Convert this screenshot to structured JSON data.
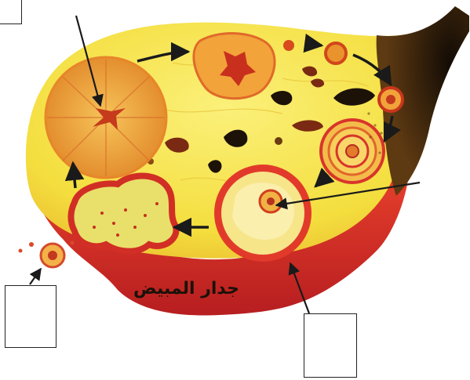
{
  "diagram": {
    "label_wall": "جدار المبيض",
    "answer_boxes": [
      {
        "id": "top-left",
        "text": ""
      },
      {
        "id": "bottom-left",
        "text": ""
      },
      {
        "id": "bottom-right",
        "text": ""
      }
    ]
  },
  "colors": {
    "ovary_yellow": "#f4e04a",
    "ovary_red": "#d8262a",
    "follicle_orange": "#e8952e",
    "dark_stroma": "#1c1208",
    "arrow": "#1a1a1a"
  }
}
